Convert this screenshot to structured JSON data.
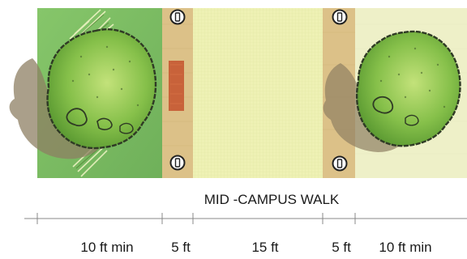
{
  "diagram": {
    "title": "MID -CAMPUS WALK",
    "dimensions": [
      {
        "label": "10 ft min"
      },
      {
        "label": "5 ft"
      },
      {
        "label": "15 ft"
      },
      {
        "label": "5 ft"
      },
      {
        "label": "10 ft min"
      }
    ],
    "colors": {
      "left_lawn": "#7fbf5a",
      "right_lawn": "#eef0c8",
      "walk": "#f0f3b0",
      "furnishing_strip": "#dcc188",
      "bench": "#c8623a",
      "tree_canopy": "#7fbf3f",
      "tree_outline": "#2f3a25",
      "tree_shadow": "#8e7f63",
      "dimension_line": "#888888"
    }
  }
}
